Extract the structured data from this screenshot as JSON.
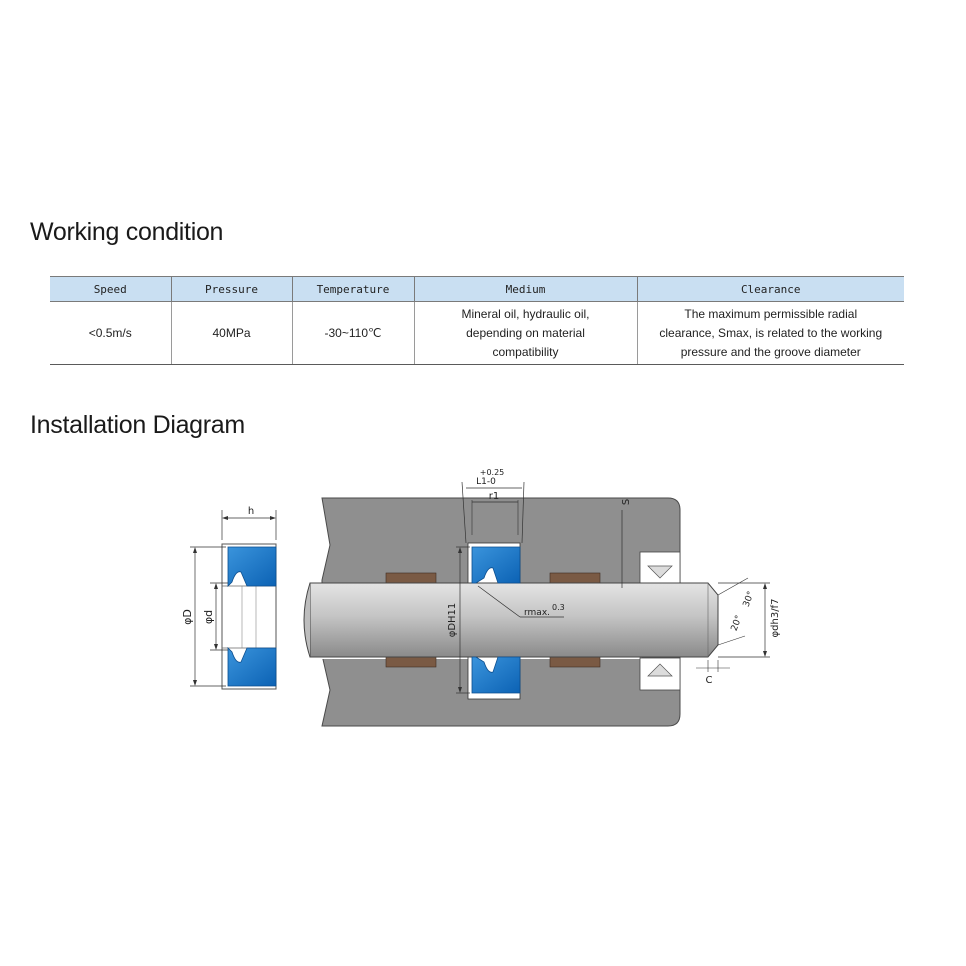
{
  "sections": {
    "working_title": "Working condition",
    "install_title": "Installation Diagram"
  },
  "table": {
    "headers": [
      "Speed",
      "Pressure",
      "Temperature",
      "Medium",
      "Clearance"
    ],
    "row": {
      "speed": "<0.5m/s",
      "pressure": "40MPa",
      "temperature": "-30~110℃",
      "medium": [
        "Mineral oil, hydraulic oil,",
        "depending on material",
        "compatibility"
      ],
      "clearance": [
        "The maximum permissible radial",
        "clearance, Smax, is related to the working",
        "pressure and the groove diameter"
      ]
    }
  },
  "diagram": {
    "h": "h",
    "phiD": "φD",
    "phid": "φd",
    "tol_upper": "+0.25",
    "L1": "L1-0",
    "r1": "r1",
    "S": "S",
    "phiDH11": "φDH11",
    "rmax": "rmax.",
    "rmax_val": "0.3",
    "deg30": "30°",
    "deg20": "20°",
    "phidh": "φdh3/f7",
    "C": "C"
  },
  "colors": {
    "seal_blue": "#1473c8",
    "housing_grey": "#8f8f8f",
    "bearing_brown": "#7a5a44",
    "header_blue": "#c9dff2"
  }
}
